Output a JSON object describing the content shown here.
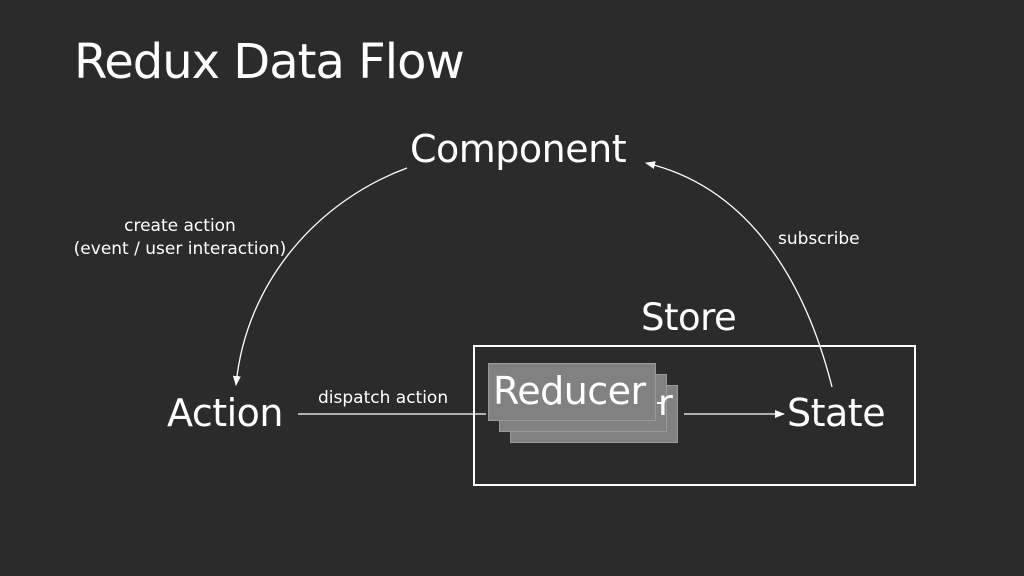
{
  "title": "Redux Data Flow",
  "nodes": {
    "component": "Component",
    "action": "Action",
    "state": "State",
    "reducer": "Reducer",
    "reducer_overflow": "r"
  },
  "store": {
    "label": "Store"
  },
  "edges": {
    "create_action_line1": "create action",
    "create_action_line2": "(event / user interaction)",
    "subscribe": "subscribe",
    "dispatch": "dispatch action"
  }
}
